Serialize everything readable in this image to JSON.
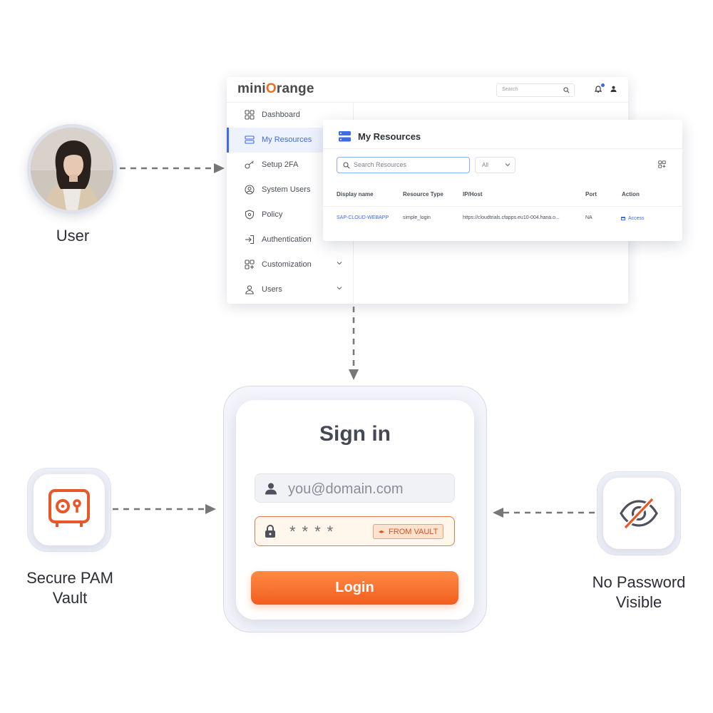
{
  "dashboard": {
    "logo_prefix": "mini",
    "logo_o": "O",
    "logo_suffix": "range",
    "search_placeholder": "Search",
    "sidebar": {
      "items": [
        {
          "label": "Dashboard"
        },
        {
          "label": "My Resources"
        },
        {
          "label": "Setup 2FA"
        },
        {
          "label": "System Users"
        },
        {
          "label": "Policy"
        },
        {
          "label": "Authentication"
        },
        {
          "label": "Customization"
        },
        {
          "label": "Users"
        }
      ]
    }
  },
  "resources": {
    "title": "My Resources",
    "search_placeholder": "Search Resources",
    "filter_value": "All",
    "columns": [
      "Display name",
      "Resource Type",
      "IP/Host",
      "Port",
      "Action"
    ],
    "rows": [
      {
        "display_name": "SAP-CLOUD-WEBAPP",
        "type": "simple_login",
        "host": "https://cloudtrials.cfapps.eu10-004.hana.o...",
        "port": "NA",
        "action": "Access"
      }
    ]
  },
  "user": {
    "label": "User"
  },
  "signin": {
    "title": "Sign in",
    "email_placeholder": "you@domain.com",
    "password_mask": "****",
    "vault_badge": "FROM VAULT",
    "login_label": "Login"
  },
  "vault": {
    "label_line1": "Secure PAM",
    "label_line2": "Vault",
    "icon": "vault-safe-icon"
  },
  "nopassword": {
    "label_line1": "No Password",
    "label_line2": "Visible",
    "icon": "eye-slash-icon"
  },
  "colors": {
    "accent": "#3f6ae8",
    "brand_orange": "#f25d1e"
  }
}
